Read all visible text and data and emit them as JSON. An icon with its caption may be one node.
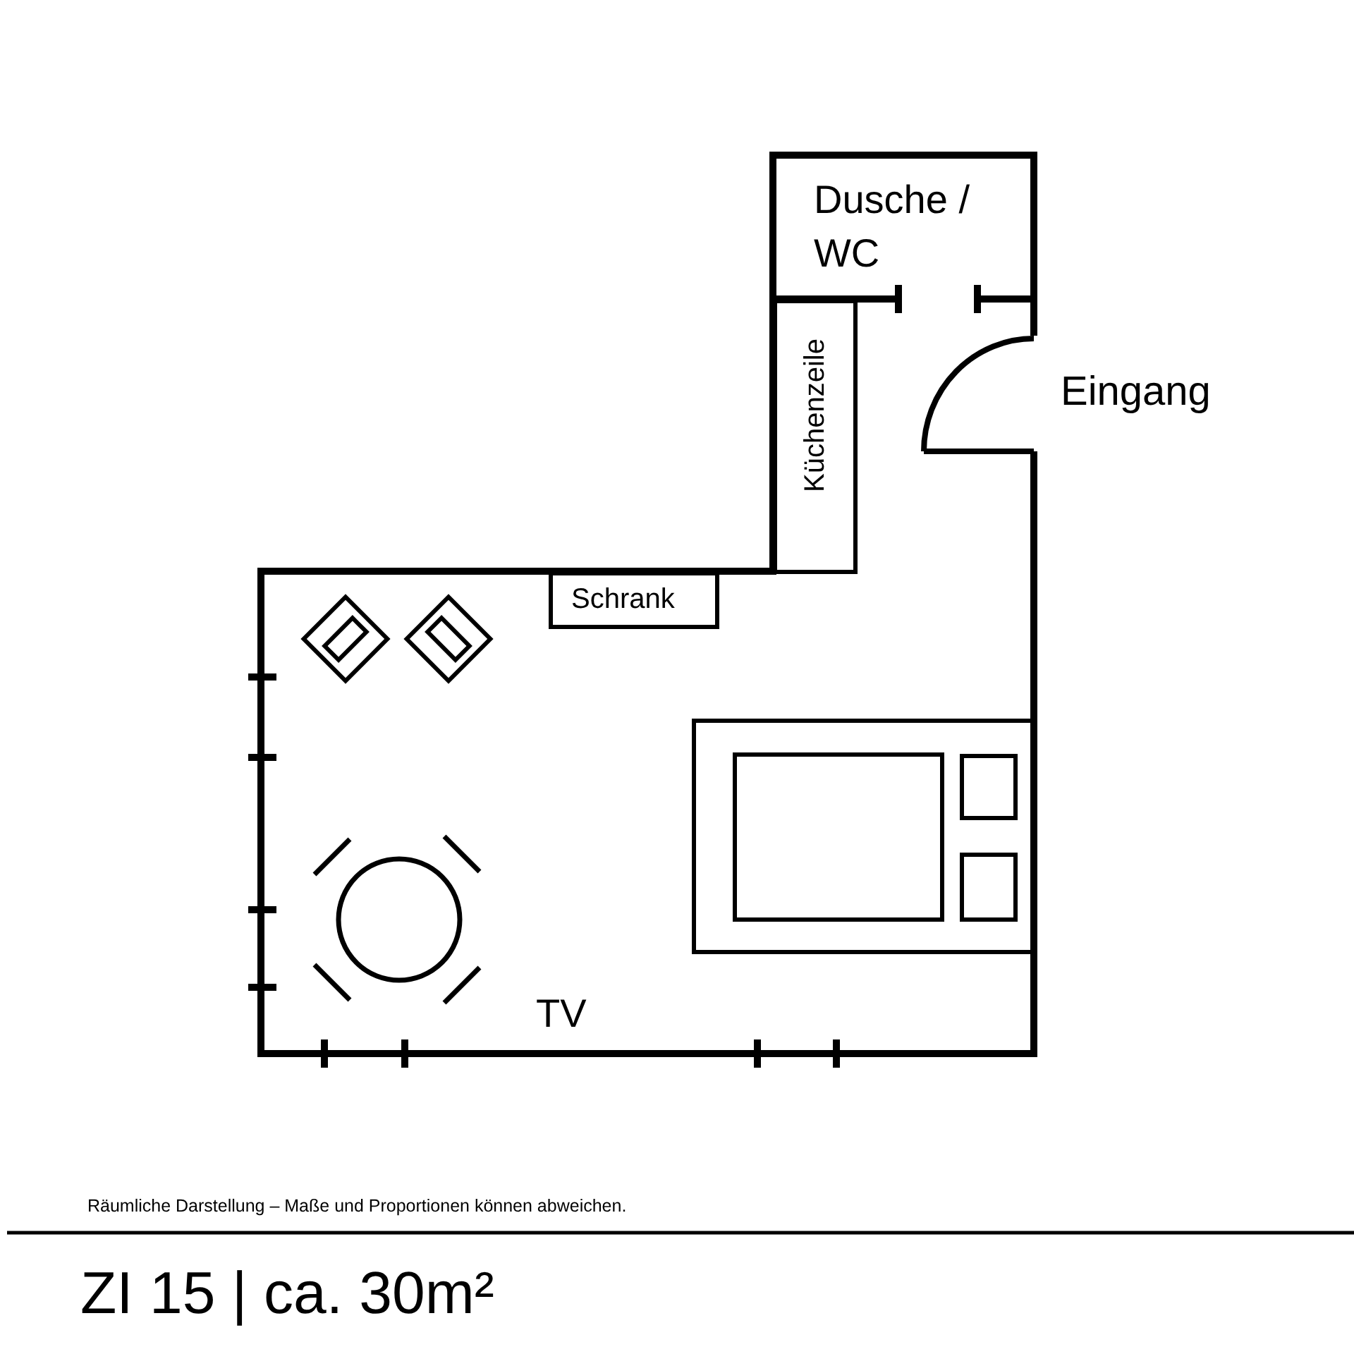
{
  "diagram": {
    "title": "ZI 15 | ca. 30m²",
    "caption": "Räumliche Darstellung – Maße und Proportionen können abweichen.",
    "nodes": [
      {
        "text": [
          "Dusche / WC"
        ]
      },
      {
        "text": [
          "Küchenzeile"
        ]
      },
      {
        "text": [
          "Schrank"
        ]
      }
    ],
    "edges": [],
    "labels": [
      "Eingang",
      "TV"
    ]
  }
}
